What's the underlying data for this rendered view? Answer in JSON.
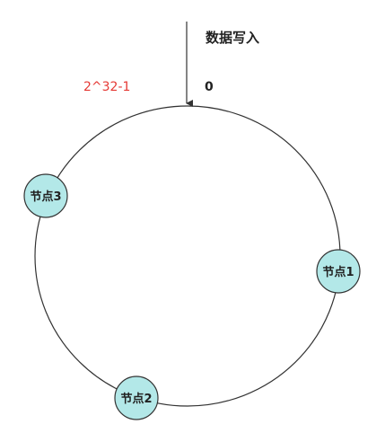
{
  "labels": {
    "data_write": "数据写入",
    "zero": "0",
    "max_hash": "2^32-1"
  },
  "nodes": [
    {
      "id": "node3",
      "label": "节点3"
    },
    {
      "id": "node1",
      "label": "节点1"
    },
    {
      "id": "node2",
      "label": "节点2"
    }
  ],
  "colors": {
    "background": "#ffffff",
    "ring_stroke": "#333333",
    "node_fill": "#b3e8e8",
    "node_stroke": "#333333",
    "arrow": "#333333",
    "max_hash_text": "#e53935",
    "text": "#222222"
  }
}
